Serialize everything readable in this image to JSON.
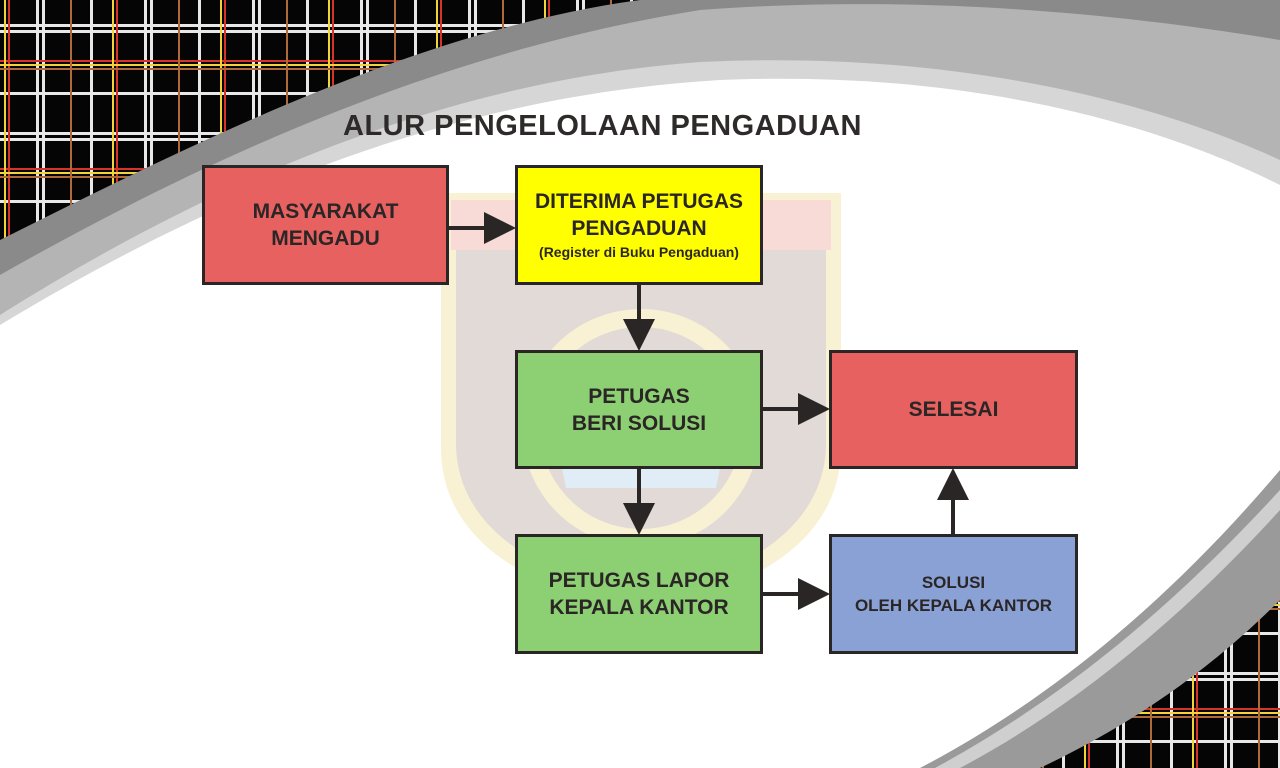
{
  "title": "ALUR PENGELOLAAN PENGADUAN",
  "nodes": {
    "masyarakat": {
      "line1": "MASYARAKAT",
      "line2": "MENGADU"
    },
    "diterima": {
      "line1": "DITERIMA PETUGAS",
      "line2": "PENGADUAN",
      "sub": "(Register di Buku Pengaduan)"
    },
    "beri_solusi": {
      "line1": "PETUGAS",
      "line2": "BERI SOLUSI"
    },
    "lapor": {
      "line1": "PETUGAS LAPOR",
      "line2": "KEPALA KANTOR"
    },
    "selesai": {
      "line1": "SELESAI"
    },
    "solusi_kepala": {
      "line1": "SOLUSI",
      "line2": "OLEH KEPALA KANTOR"
    }
  },
  "colors": {
    "red": "#e86161",
    "yellow": "#ffff00",
    "green": "#8dcf73",
    "blue": "#8aa1d5",
    "border": "#2b2626"
  }
}
